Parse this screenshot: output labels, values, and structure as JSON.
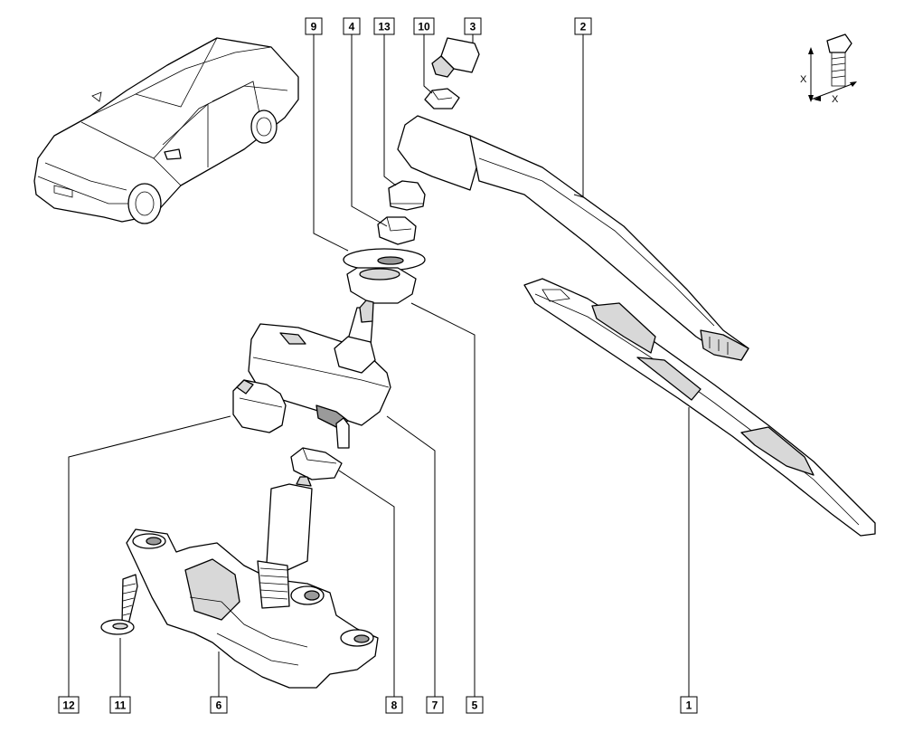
{
  "callouts": [
    {
      "id": "9",
      "label": "9"
    },
    {
      "id": "4",
      "label": "4"
    },
    {
      "id": "13",
      "label": "13"
    },
    {
      "id": "10",
      "label": "10"
    },
    {
      "id": "3",
      "label": "3"
    },
    {
      "id": "2",
      "label": "2"
    },
    {
      "id": "12",
      "label": "12"
    },
    {
      "id": "11",
      "label": "11"
    },
    {
      "id": "6",
      "label": "6"
    },
    {
      "id": "8",
      "label": "8"
    },
    {
      "id": "7",
      "label": "7"
    },
    {
      "id": "5",
      "label": "5"
    },
    {
      "id": "1",
      "label": "1"
    }
  ],
  "torque_symbol": {
    "axis_label_vertical": "X",
    "axis_label_horizontal": "X"
  }
}
